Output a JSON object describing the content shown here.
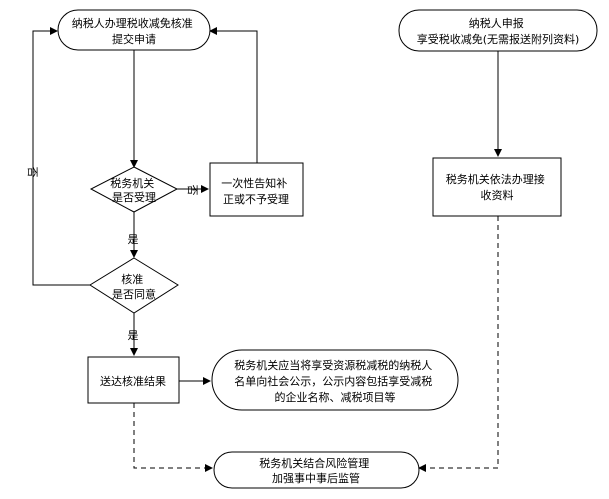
{
  "nodes": {
    "submit": [
      "纳税人办理税收减免核准",
      "提交申请"
    ],
    "declare": [
      "纳税人申报",
      "享受税收减免(无需报送附列资料)"
    ],
    "accept": [
      "税务机关",
      "是否受理"
    ],
    "notify": [
      "一次性告知补",
      "正或不予受理"
    ],
    "collect": [
      "税务机关依法办理接",
      "收资料"
    ],
    "approve": [
      "核准",
      "是否同意"
    ],
    "deliver": [
      "送达核准结果"
    ],
    "publicize": [
      "税务机关应当将享受资源税减税的纳税人",
      "名单向社会公示，公示内容包括享受减税",
      "的企业名称、减税项目等"
    ],
    "supervise": [
      "税务机关结合风险管理",
      "加强事中事后监管"
    ]
  },
  "edge_labels": {
    "accept_no": "否",
    "accept_yes": "是",
    "approve_no": "否",
    "approve_yes": "是"
  }
}
